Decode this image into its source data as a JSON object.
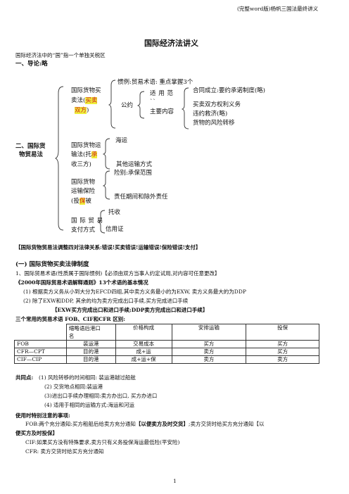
{
  "header": "(完整word版)杨帆三国法最终讲义",
  "title": "国际经济法讲义",
  "intro": "国际经济法中的“国”指一个单独关税区",
  "s1": "一、导论:略",
  "mindmap": {
    "root": [
      "二、国际货",
      "物贸易法"
    ],
    "sale": {
      "label": [
        "国际货物买",
        "卖法(",
        "买卖",
        "双方",
        ")"
      ],
      "custom": "惯例:贸易术语:  重点掌握3个",
      "convention": "公约",
      "scope": [
        "适  用  范",
        "``"
      ],
      "main": "主要内容",
      "items": [
        "合同成立:要约承诺制度(略)",
        "买卖双方权利义务",
        "违约救济(略)",
        "货物的风险转移"
      ]
    },
    "transport": {
      "label": [
        "国际货物运",
        "输法(托",
        "承",
        "收三方)"
      ],
      "items": [
        "海运",
        "其他运输方式"
      ]
    },
    "insurance": {
      "label": [
        "国际货物",
        "运输保险",
        "(投",
        "保",
        "被"
      ],
      "items": [
        "险别:承保范围",
        "责任期间和除外责任"
      ]
    },
    "payment": {
      "label": [
        "国 际 贸 易",
        "支付方式"
      ],
      "items": [
        "托收",
        "信用证"
      ]
    }
  },
  "summary": "【国际货物贸易法调整四对法律关系:错误!买卖错误!运输错误!保险错误!支付】",
  "sec1": "(一) 国际货物买卖法律制度",
  "p1": "1、国际贸易术语(性质属于国际惯例)【必须由双方当事人约定试用,对内容可任意更改】",
  "p2": "《2000年国际贸易术语解释通则》13个术语的基本情况",
  "p3": "(1) 根据卖方义务从小到大分为EFCD四组,其中卖方义务最小的为EXW, 卖方义务最大的为DDP",
  "p4": "(2) 除了EXW和DDP, 其余的均为卖方完成出口手续,买方完成进口手续",
  "p5": "【EXW买方完成出口和进口手续;DDP卖方完成出口和进口手续】",
  "p6": "三个常用的贸易术语 FOB、CIF和CFR 区别:",
  "table": {
    "header": [
      "缩略语后港口名",
      "价格构成",
      "安排运输",
      "投保"
    ],
    "header_l2": "名",
    "rows": [
      [
        "FOB",
        "装运港",
        "交易成本",
        "买方",
        "买方"
      ],
      [
        "CFR—CPT",
        "目的港",
        "成+运",
        "卖方",
        "买方"
      ],
      [
        "CIF—CIP",
        "目的港",
        "成+运+保",
        "卖方",
        "卖方"
      ]
    ]
  },
  "common_label": "共同点:",
  "common": [
    "(1) 风险转移的时间相同: 装运港越过船舷",
    "(2) 交货地点相同:装运港",
    "(3)进出口手续办理相同:卖方办出口, 买方办进口",
    "(4) 适用于相同的运输方式:海运和河运"
  ],
  "notes_title": "使用时特别注意的事项:",
  "fob_a": "FOB:两个充分通知:买方租船后给卖方充分通知",
  "fob_b": "【以便卖方及时交货】",
  "fob_c": ";卖方交货时给买方充分通知【以",
  "fob_d": "便买方及时投保】",
  "cif": "CIF:如果买方没有特殊要求,卖方只有义务投保海运最低险(平安险)",
  "cfr": "CFR: 卖方交货时给买方充分通知",
  "page_num": "1"
}
